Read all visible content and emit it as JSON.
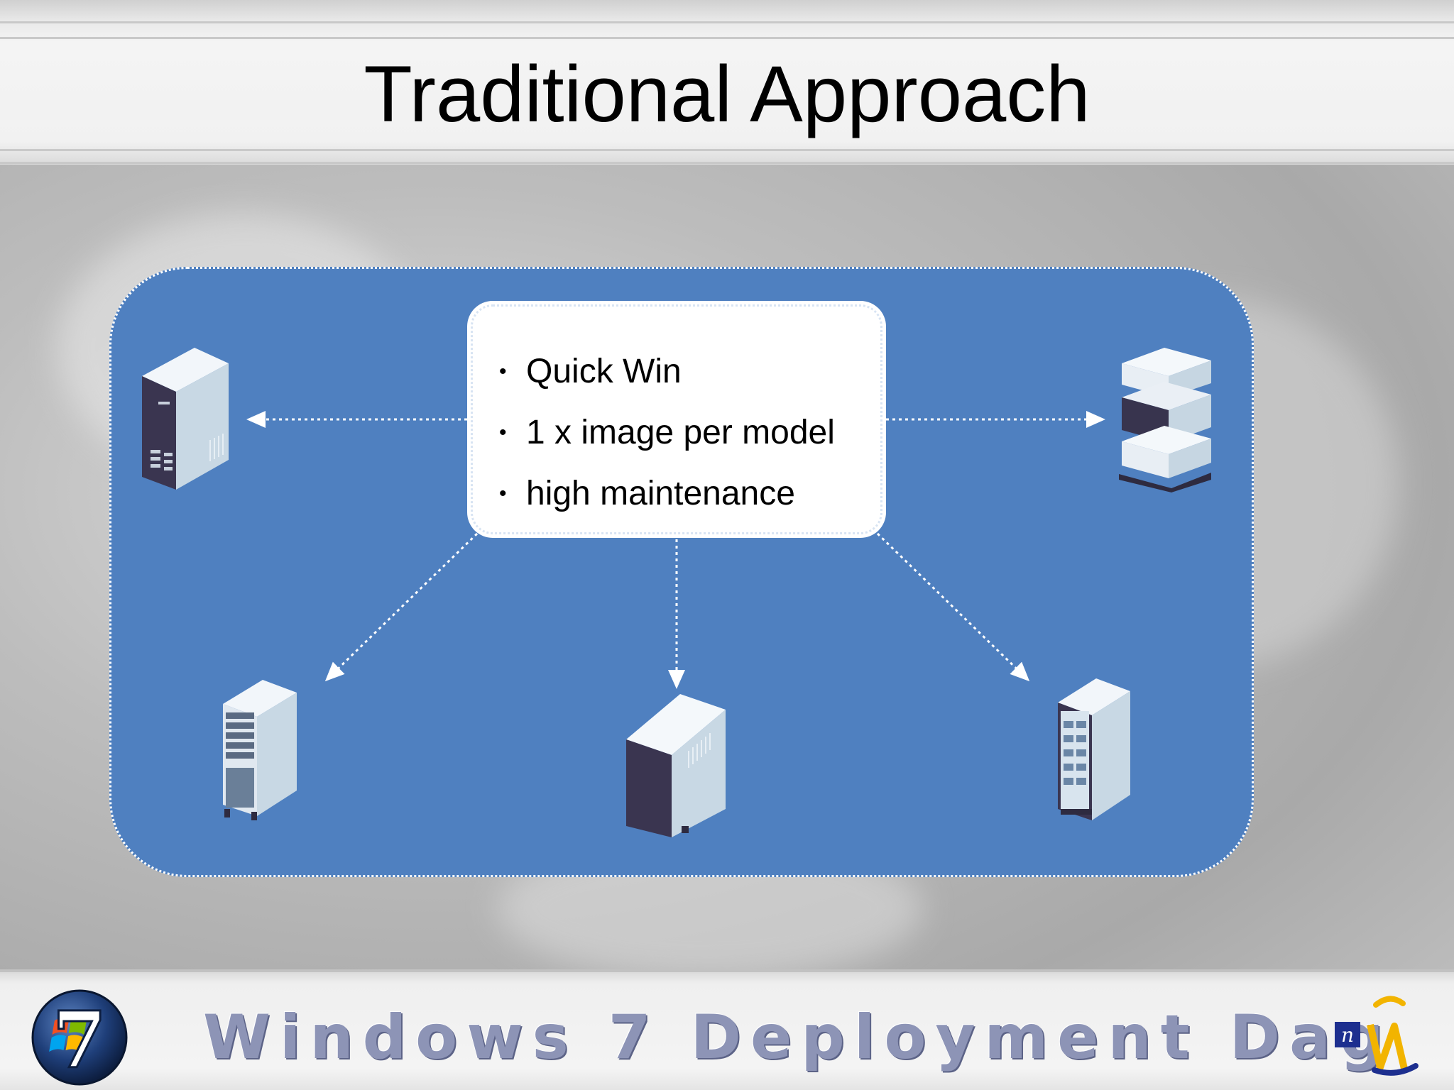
{
  "slide": {
    "title": "Traditional Approach",
    "bullets": [
      "Quick Win",
      "1 x image per model",
      "high maintenance"
    ],
    "footer": "Windows 7 Deployment Dag",
    "logo_right_letter": "n",
    "logo_left_numeral": "7"
  },
  "colors": {
    "panel": "#4f80c0",
    "callout": "#ffffff",
    "footer_text": "#8d94b6"
  },
  "icons": [
    "tower-server-icon",
    "stacked-server-icon",
    "rack-server-icon",
    "cube-server-icon",
    "cabinet-server-icon",
    "windows-7-logo",
    "company-logo"
  ]
}
